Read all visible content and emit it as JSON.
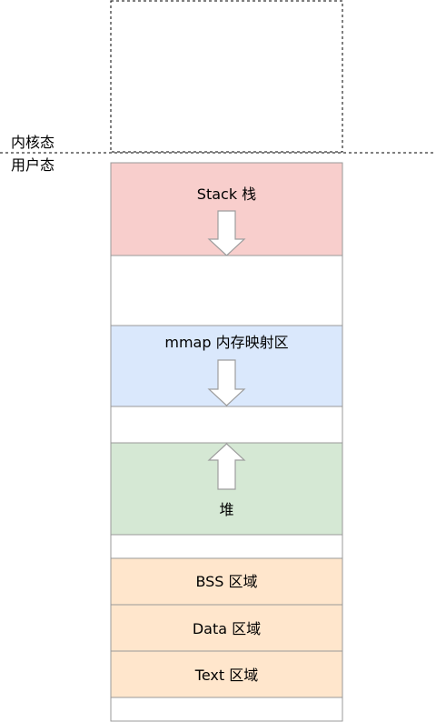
{
  "boundary": {
    "kernel_label": "内核态",
    "user_label": "用户态"
  },
  "segments": {
    "stack": "Stack 栈",
    "mmap": "mmap 内存映射区",
    "heap": "堆",
    "bss": "BSS 区域",
    "data": "Data 区域",
    "text": "Text 区域"
  },
  "colors": {
    "stack_fill": "#f8cecc",
    "mmap_fill": "#dae8fc",
    "heap_fill": "#d5e8d4",
    "segment_fill": "#ffe6cc",
    "border": "#999999",
    "arrow_stroke": "#9e9e9e"
  }
}
